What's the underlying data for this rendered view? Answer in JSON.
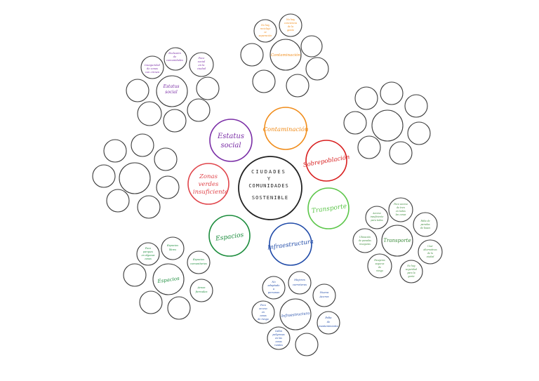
{
  "center": {
    "line1": "CIUDADES",
    "line2": "Y",
    "line3": "COMUNIDADES",
    "line4": "SOSTENIBLE"
  },
  "colors": {
    "estatus": "#7a2ea6",
    "contaminacion": "#f08c1a",
    "sobrepoblacion": "#d81e1e",
    "transporte": "#5cc64a",
    "infraestructura": "#1f4aa8",
    "espacios": "#1b8c3c",
    "zonas": "#e0454b",
    "outline": "#333333"
  },
  "topics": {
    "estatus": {
      "l1": "Estatus",
      "l2": "social"
    },
    "contaminacion": {
      "l1": "Contaminación"
    },
    "sobrepoblacion": {
      "l1": "Sobrepoblación"
    },
    "transporte": {
      "l1": "Transporte"
    },
    "infraestructura": {
      "l1": "Infraestructura"
    },
    "espacios": {
      "l1": "Espacios"
    },
    "zonas": {
      "l1": "Zonas",
      "l2": "verdes",
      "l3": "insuficiente"
    }
  },
  "clusters": {
    "estatus": {
      "hub_l1": "Estatus",
      "hub_l2": "social",
      "s1": [
        "Inseguridad",
        "de zonas",
        "con crimen"
      ],
      "s2": [
        "Exclusión",
        "de",
        "comunidades"
      ],
      "s3": [
        "Poco",
        "social",
        "en la",
        "ciudad"
      ]
    },
    "contaminacion": {
      "hub": "Contaminación",
      "s1": [
        "No hay",
        "reciclaje",
        "ni",
        "separación"
      ],
      "s2": [
        "No hay",
        "conciencia",
        "de la",
        "gente"
      ]
    },
    "transporte": {
      "hub": "Transporte",
      "s1": [
        "Acceso",
        "insuficiente",
        "para todos"
      ],
      "s2": [
        "Poco acceso",
        "de tren",
        "en todas",
        "las zonas"
      ],
      "s3": [
        "Falta de",
        "paradas",
        "de buses"
      ],
      "s4": [
        "Ubicación",
        "de paradas",
        "inseguras"
      ],
      "s5": [
        "Usar",
        "alternativas",
        "de la",
        "ciudad"
      ],
      "s6": [
        "Pasajeros",
        "seguros",
        "de",
        "riesgo"
      ],
      "s7": [
        "No hay",
        "seguridad",
        "para la",
        "gente"
      ]
    },
    "espacios": {
      "hub": "Espacios",
      "s1": [
        "Poco",
        "parques",
        "en algunas",
        "zonas"
      ],
      "s2": [
        "Espacios",
        "libres"
      ],
      "s3": [
        "Espacios",
        "comunitarios"
      ],
      "s4": [
        "Areas",
        "formales"
      ]
    },
    "infraestructura": {
      "hub": "Infraestructura",
      "s1": [
        "No",
        "adaptado",
        "a",
        "personas"
      ],
      "s2": [
        "Mejores",
        "carreteras"
      ],
      "s3": [
        "Nueva",
        "Aceras"
      ],
      "s4": [
        "Falta",
        "de",
        "mantenimiento"
      ],
      "s5": [
        "Poco",
        "acceso",
        "en",
        "zonas",
        "de riesgo"
      ],
      "s6": [
        "Calles",
        "peligrosas",
        "en las",
        "zonas",
        "rurales"
      ]
    }
  }
}
